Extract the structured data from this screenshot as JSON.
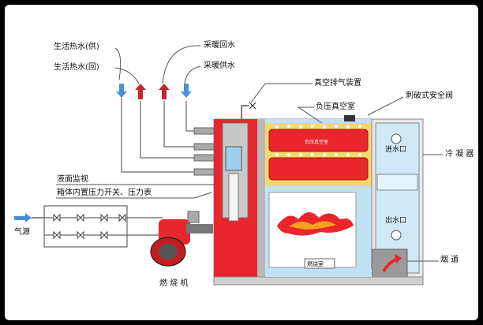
{
  "labels": {
    "domestic_hot_supply": "生活热水(供)",
    "domestic_hot_return": "生活热水(回)",
    "heating_return": "采暖回水",
    "heating_supply": "采暖供水",
    "vacuum_exhaust": "真空排气装置",
    "negative_pressure_chamber": "负压真空室",
    "rupture_valve": "刺破式安全阀",
    "inlet": "进水口",
    "condenser": "冷 凝 器",
    "level_monitor": "液面监视",
    "pressure_switch": "箱体内置压力开关、压力表",
    "outlet": "出水口",
    "gas_source": "气源",
    "flue": "烟 道",
    "combustion_chamber": "燃烧室",
    "burner": "燃 烧 机"
  },
  "colors": {
    "boiler_red": "#e8262b",
    "hot_arrow": "#c0282c",
    "cold_arrow": "#4a90d9",
    "light_blue": "#bfe3f5",
    "yellow": "#f2d96b",
    "pipe_gray": "#9a9a9a"
  },
  "icons": [
    "hot-water-arrow-icon",
    "cold-water-arrow-icon",
    "gas-arrow-icon",
    "valve-icon",
    "flame-icon",
    "flue-arrow-icon"
  ]
}
